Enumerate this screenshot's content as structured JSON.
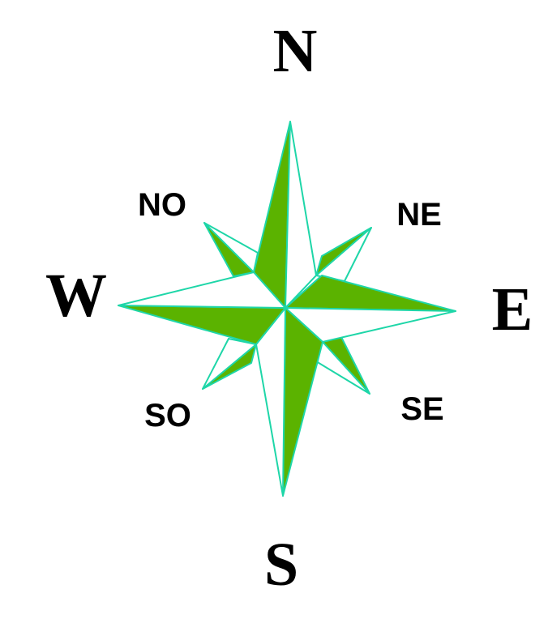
{
  "labels": {
    "north": "N",
    "south": "S",
    "east": "E",
    "west": "W",
    "northeast": "NE",
    "northwest": "NO",
    "southeast": "SE",
    "southwest": "SO"
  },
  "colors": {
    "fill_green": "#5bb300",
    "outline_teal": "#1ed6a8",
    "light_face": "#ffffff",
    "label": "#000000"
  }
}
